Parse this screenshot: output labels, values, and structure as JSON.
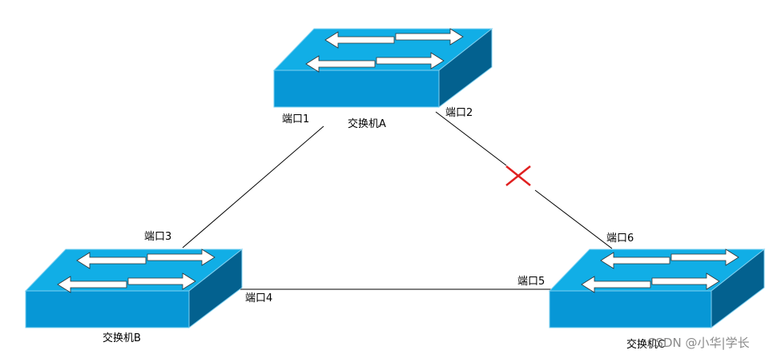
{
  "colors": {
    "switch_top": "#11aee6",
    "switch_front": "#0797d6",
    "switch_side": "#03618f",
    "switch_outline": "#7fd0f0",
    "link_line": "#000000",
    "blocked_mark": "#e02020",
    "watermark": "#8a8a8a"
  },
  "switches": {
    "a": {
      "name": "交换机A"
    },
    "b": {
      "name": "交换机B"
    },
    "c": {
      "name": "交换机C"
    }
  },
  "ports": {
    "p1": "端口1",
    "p2": "端口2",
    "p3": "端口3",
    "p4": "端口4",
    "p5": "端口5",
    "p6": "端口6"
  },
  "links": [
    {
      "from": "端口1",
      "to": "端口3",
      "blocked": false
    },
    {
      "from": "端口4",
      "to": "端口5",
      "blocked": false
    },
    {
      "from": "端口2",
      "to": "端口6",
      "blocked": true
    }
  ],
  "blocked_icon": "x-mark-icon",
  "watermark": "CSDN @小华|学长"
}
